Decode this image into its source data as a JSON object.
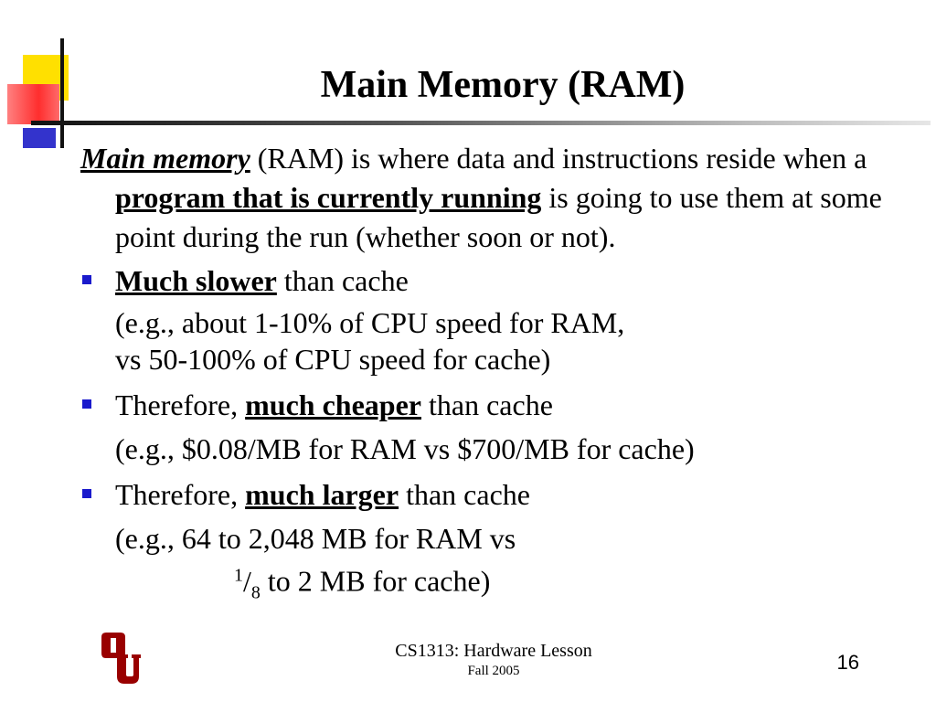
{
  "slide": {
    "title": "Main Memory (RAM)",
    "intro": {
      "term": "Main memory",
      "text_1": " (RAM) is where data and instructions reside when a ",
      "emphasis": "program that is currently running",
      "text_2": " is going to use them at some point during the run (whether soon or not)."
    },
    "bullets": [
      {
        "prefix": "",
        "emphasis": "Much slower",
        "suffix": " than cache",
        "detail_line1": "(e.g., about 1-10% of CPU speed for RAM,",
        "detail_line2": "vs 50-100% of CPU speed for cache)"
      },
      {
        "prefix": "Therefore, ",
        "emphasis": "much cheaper",
        "suffix": " than cache",
        "detail_line1": "(e.g., $0.08/MB for RAM vs $700/MB for cache)"
      },
      {
        "prefix": "Therefore, ",
        "emphasis": "much larger",
        "suffix": " than cache",
        "detail_line1": "(e.g., 64 to 2,048 MB for RAM vs",
        "fraction_numerator": "1",
        "fraction_denominator": "8",
        "detail_line2_rest": " to 2 MB for cache)"
      }
    ],
    "bullet_icon": "square-bullet-icon",
    "footer": {
      "course": "CS1313: Hardware Lesson",
      "term": "Fall 2005"
    },
    "page_number": "16",
    "logo_icon": "ou-logo-icon",
    "colors": {
      "title_text": "#000000",
      "bullet": "#1a1acc",
      "logo": "#990000",
      "accent_yellow": "#ffe000",
      "accent_red": "#ff3333",
      "accent_blue": "#3333cc"
    }
  }
}
